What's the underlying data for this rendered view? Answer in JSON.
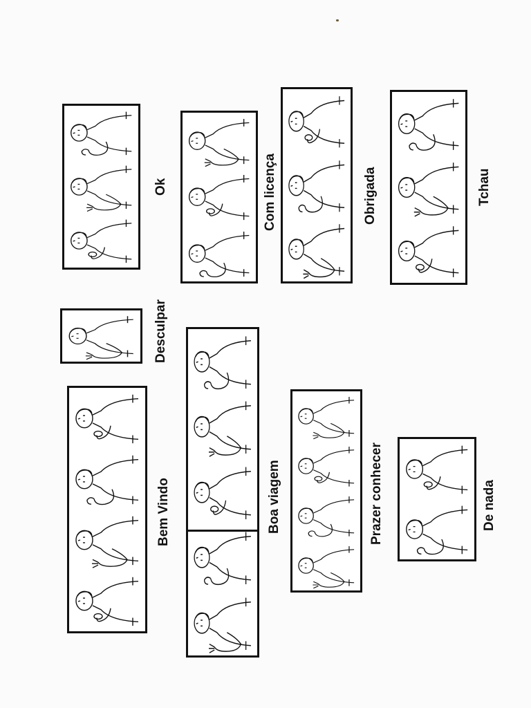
{
  "signs": [
    {
      "id": "ok",
      "label": "Ok",
      "figures": 3
    },
    {
      "id": "com-licenca",
      "label": "Com licença",
      "figures": 3
    },
    {
      "id": "obrigada",
      "label": "Obrigada",
      "figures": 3
    },
    {
      "id": "tchau",
      "label": "Tchau",
      "figures": 3
    },
    {
      "id": "desculpar",
      "label": "Desculpar",
      "figures": 1
    },
    {
      "id": "bem-vindo",
      "label": "Bem Vindo",
      "figures": 4
    },
    {
      "id": "boa-viagem",
      "label": "Boa viagem",
      "figures": 5
    },
    {
      "id": "prazer-conhecer",
      "label": "Prazer conhecer",
      "figures": 4
    },
    {
      "id": "de-nada",
      "label": "De nada",
      "figures": 2
    }
  ]
}
